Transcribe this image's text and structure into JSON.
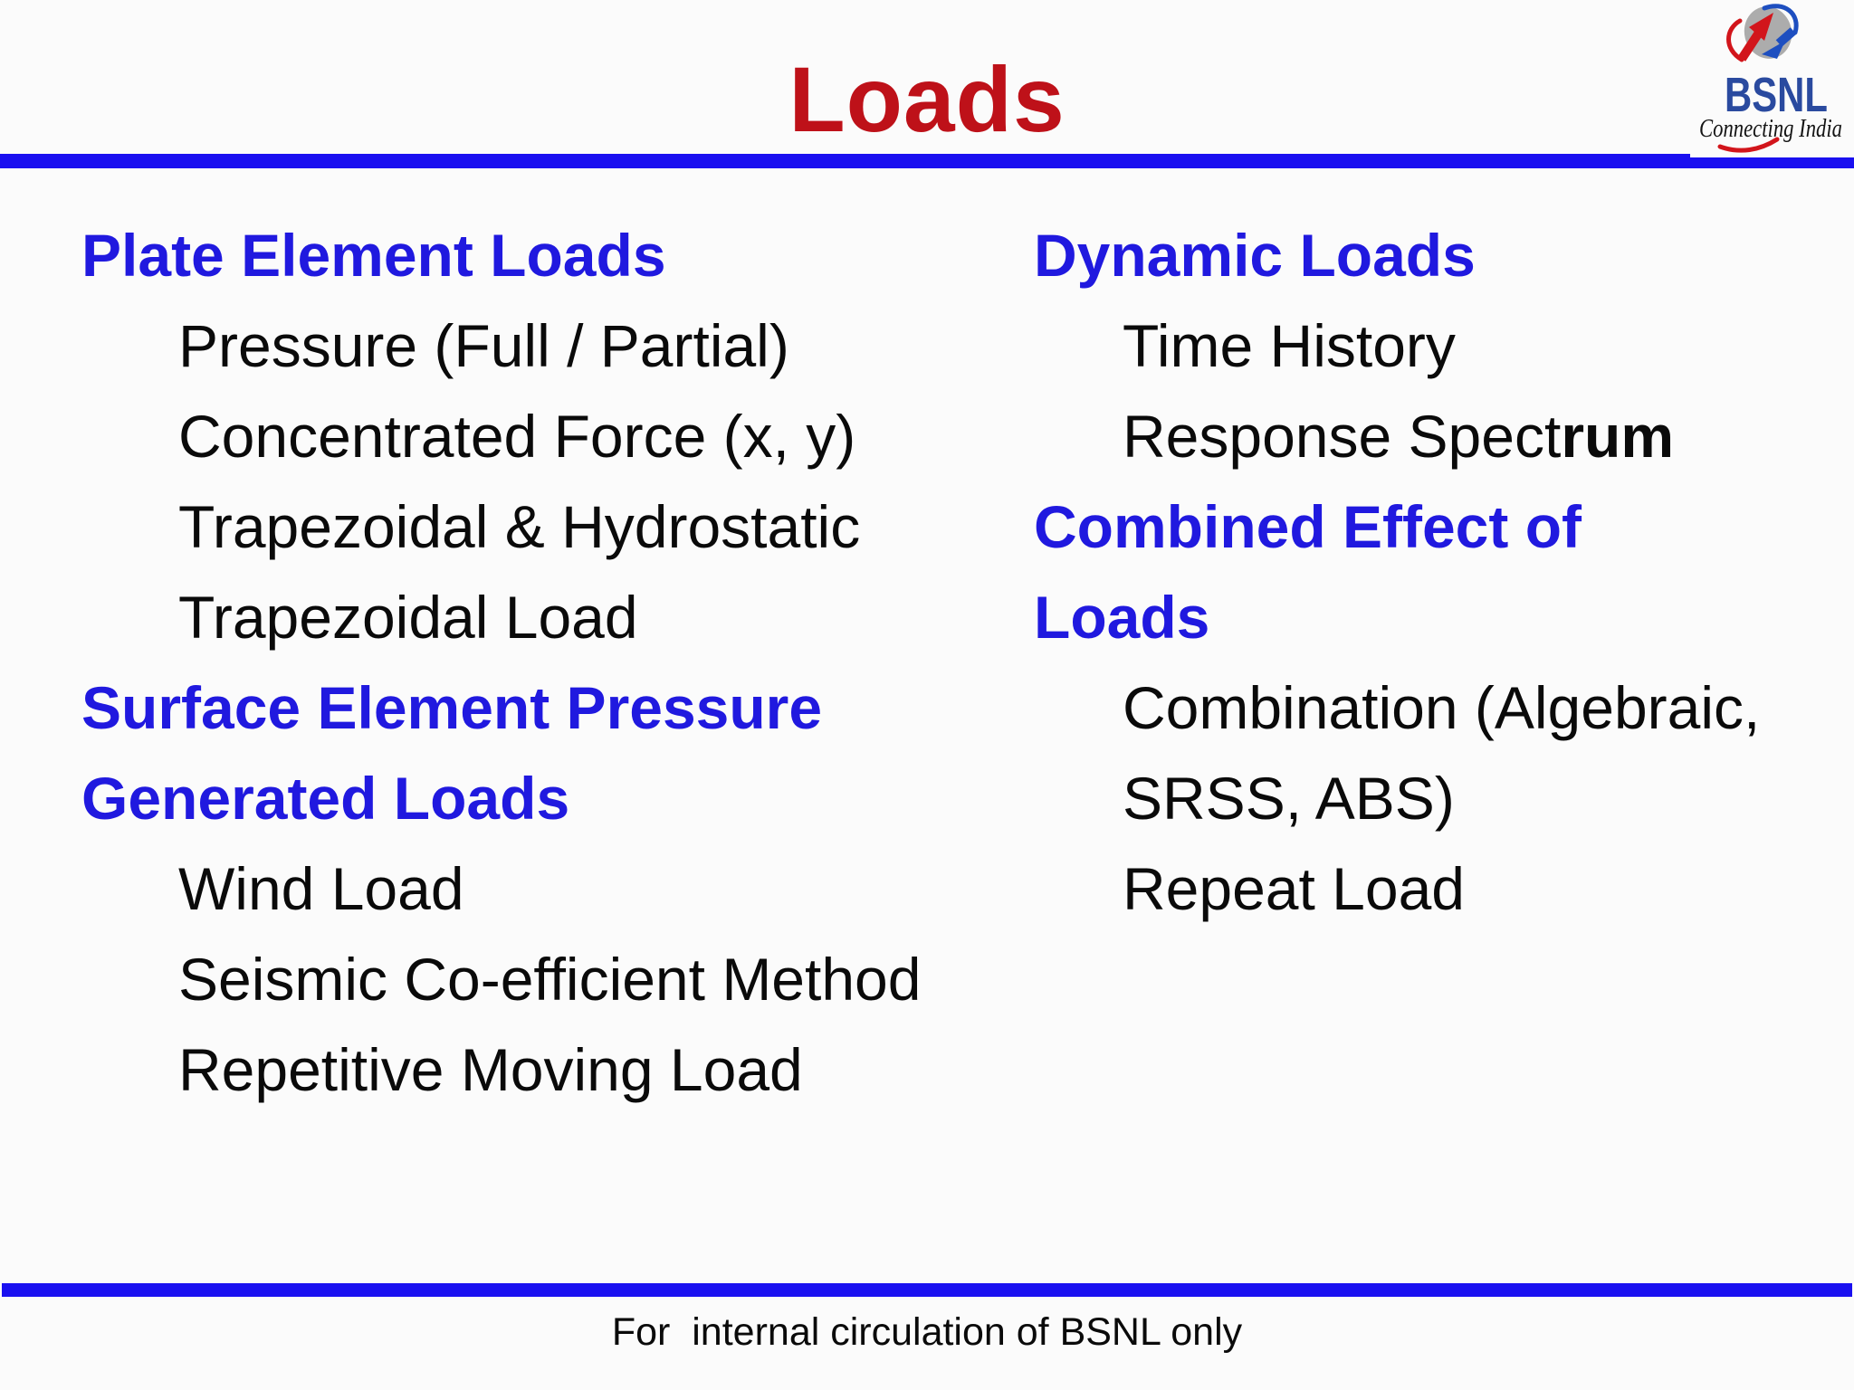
{
  "slide": {
    "title": "Loads",
    "footer": "For  internal circulation of BSNL only"
  },
  "logo": {
    "name": "BSNL",
    "tagline": "Connecting India"
  },
  "columns": {
    "left": [
      {
        "type": "heading",
        "text": "Plate Element Loads"
      },
      {
        "type": "item",
        "text": "Pressure (Full / Partial)"
      },
      {
        "type": "item",
        "text": "Concentrated Force (x, y)"
      },
      {
        "type": "item",
        "text": "Trapezoidal & Hydrostatic"
      },
      {
        "type": "item",
        "text": "Trapezoidal Load"
      },
      {
        "type": "heading",
        "text": "Surface Element Pressure"
      },
      {
        "type": "heading",
        "text": "Generated Loads"
      },
      {
        "type": "item",
        "text": "Wind Load"
      },
      {
        "type": "item",
        "text": "Seismic Co-efficient Method"
      },
      {
        "type": "item",
        "text": "Repetitive Moving Load"
      }
    ],
    "right": [
      {
        "type": "heading",
        "text": "Dynamic Loads"
      },
      {
        "type": "item",
        "text": "Time History"
      },
      {
        "type": "item",
        "parts": [
          {
            "text": "Response Spect",
            "bold": false
          },
          {
            "text": "rum",
            "bold": true
          }
        ]
      },
      {
        "type": "heading",
        "text": "Combined Effect of"
      },
      {
        "type": "heading",
        "text": "Loads"
      },
      {
        "type": "item",
        "text": "Combination (Algebraic,"
      },
      {
        "type": "item",
        "text": "SRSS, ABS)"
      },
      {
        "type": "item",
        "text": "Repeat Load"
      }
    ]
  },
  "colors": {
    "title_red": "#BE1119",
    "heading_blue": "#2019DF",
    "line_blue": "#1A10F0",
    "logo_text_blue": "#2A4A9F",
    "logo_red": "#D2151B",
    "logo_arrow_blue": "#1E4FC0",
    "logo_gray": "#ACACAC"
  }
}
